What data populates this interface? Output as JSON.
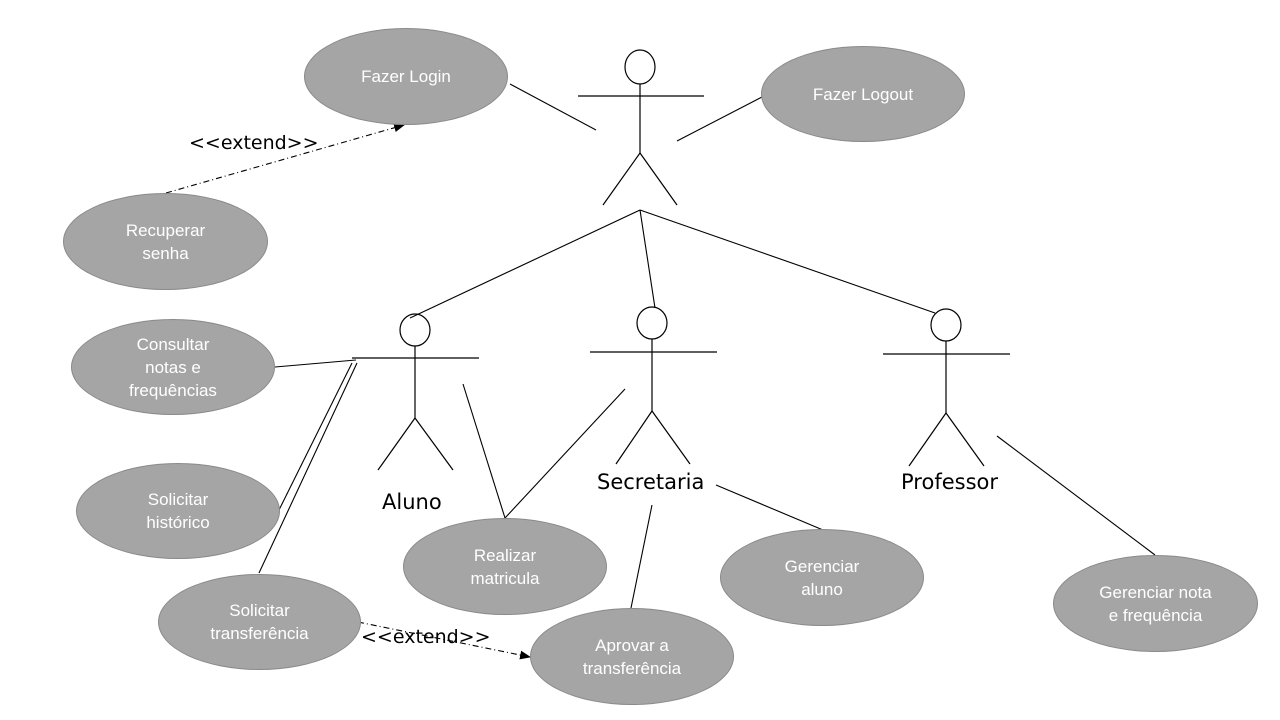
{
  "use_cases": {
    "login": "Fazer Login",
    "logout": "Fazer Logout",
    "recover": "Recuperar\nsenha",
    "grades": "Consultar\nnotas e\nfrequências",
    "history": "Solicitar\nhistórico",
    "transfer": "Solicitar\ntransferência",
    "enroll": "Realizar\nmatricula",
    "approve": "Aprovar a\ntransferência",
    "manage_student": "Gerenciar\naluno",
    "manage_grades": "Gerenciar nota\ne frequência"
  },
  "actors": {
    "student": "Aluno",
    "secretary": "Secretaria",
    "professor": "Professor"
  },
  "stereotypes": {
    "extend_top": "<<extend>>",
    "extend_bottom": "<<extend>>"
  },
  "colors": {
    "use_case_fill": "#a5a5a5",
    "use_case_text": "#ffffff",
    "line": "#000000"
  }
}
